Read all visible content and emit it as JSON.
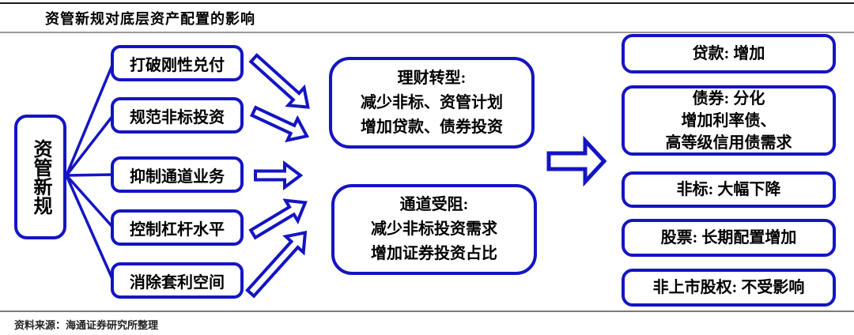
{
  "title": "资管新规对底层资产配置的影响",
  "source": "资料来源：海通证券研究所整理",
  "colors": {
    "accent": "#1414c4",
    "rule_dark": "#1c1c1c",
    "rule_gray": "#9a9a9a"
  },
  "diagram": {
    "root_label": "资管新规",
    "factors": [
      "打破刚性兑付",
      "规范非标投资",
      "抑制通道业务",
      "控制杠杆水平",
      "消除套利空间"
    ],
    "mid_boxes": [
      "理财转型:\n减少非标、资管计划\n增加贷款、债券投资",
      "通道受阻:\n减少非标投资需求\n增加证券投资占比"
    ],
    "outcomes": [
      "贷款: 增加",
      "债券: 分化\n增加利率债、\n高等级信用债需求",
      "非标: 大幅下降",
      "股票: 长期配置增加",
      "非上市股权: 不受影响"
    ]
  }
}
